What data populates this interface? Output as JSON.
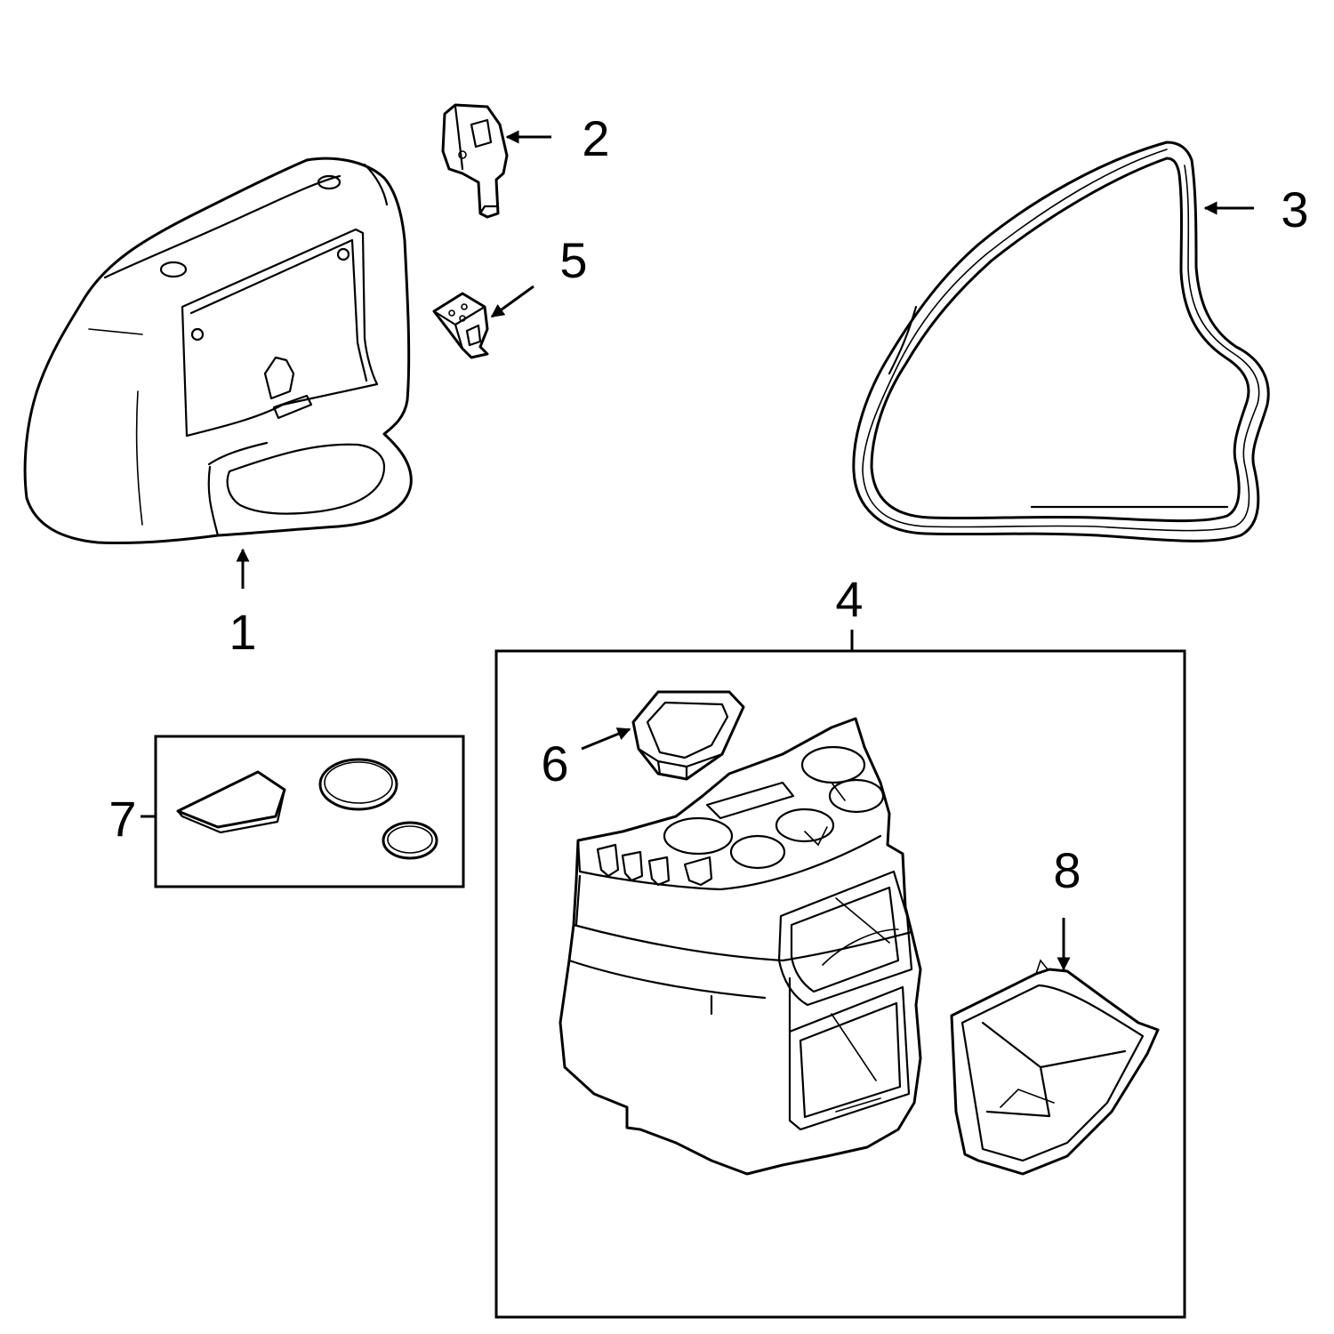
{
  "callouts": [
    {
      "id": "1",
      "label": "1"
    },
    {
      "id": "2",
      "label": "2"
    },
    {
      "id": "3",
      "label": "3"
    },
    {
      "id": "4",
      "label": "4"
    },
    {
      "id": "5",
      "label": "5"
    },
    {
      "id": "6",
      "label": "6"
    },
    {
      "id": "7",
      "label": "7"
    },
    {
      "id": "8",
      "label": "8"
    }
  ],
  "colors": {
    "line": "#000000",
    "background": "#ffffff"
  }
}
